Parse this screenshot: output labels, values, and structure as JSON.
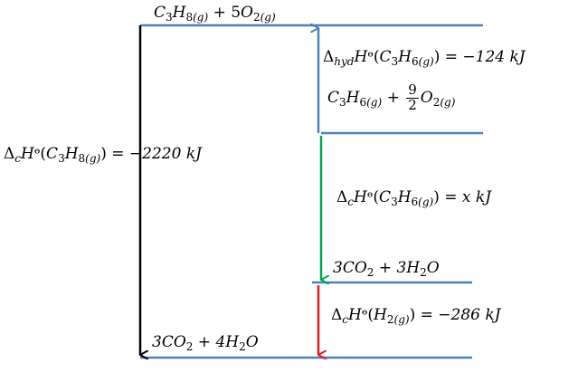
{
  "colors": {
    "level_line": "#4f81bd",
    "arrow_combustion_propane": "#000000",
    "arrow_hydrogenation": "#4f81bd",
    "arrow_combustion_propene": "#00a651",
    "arrow_combustion_hydrogen": "#e31a1c"
  },
  "levels": {
    "top": {
      "c": "C",
      "n3": "3",
      "h": "H",
      "n8": "8",
      "g": "(g)",
      "plus": " + 5",
      "o": "O",
      "n2": "2",
      "g2": "(g)"
    },
    "propene": {
      "c": "C",
      "n3": "3",
      "h": "H",
      "n6": "6",
      "g": "(g)",
      "plus": " + ",
      "num": "9",
      "den": "2",
      "o": "O",
      "n2": "2",
      "g2": "(g)"
    },
    "mid": {
      "pre": "3CO",
      "n2": "2",
      "mid": " + 3H",
      "n2b": "2",
      "post": "O"
    },
    "bottom": {
      "pre": "3CO",
      "n2": "2",
      "mid": " + 4H",
      "n2b": "2",
      "post": "O"
    }
  },
  "labels": {
    "hyd": {
      "delta": "Δ",
      "sub": "hyd",
      "h": "H",
      "deg": "ᶱ",
      "lp": "(",
      "c": "C",
      "n3": "3",
      "hh": "H",
      "n6": "6",
      "g": "(g)",
      "rp": ")",
      "rest": " = −124 kJ"
    },
    "comb_propane": {
      "delta": "Δ",
      "sub": "c",
      "h": "H",
      "deg": "ᶱ",
      "lp": "(",
      "c": "C",
      "n3": "3",
      "hh": "H",
      "n8": "8",
      "g": "(g)",
      "rp": ")",
      "rest": " = −2220 kJ"
    },
    "comb_propene": {
      "delta": "Δ",
      "sub": "c",
      "h": "H",
      "deg": "ᶱ",
      "lp": "(",
      "c": "C",
      "n3": "3",
      "hh": "H",
      "n6": "6",
      "g": "(g)",
      "rp": ")",
      "rest": " = x kJ"
    },
    "comb_h2": {
      "delta": "Δ",
      "sub": "c",
      "h": "H",
      "deg": "ᶱ",
      "lp": "(",
      "hh": "H",
      "n2": "2",
      "g": "(g)",
      "rp": ")",
      "rest": " = −286 kJ"
    }
  }
}
